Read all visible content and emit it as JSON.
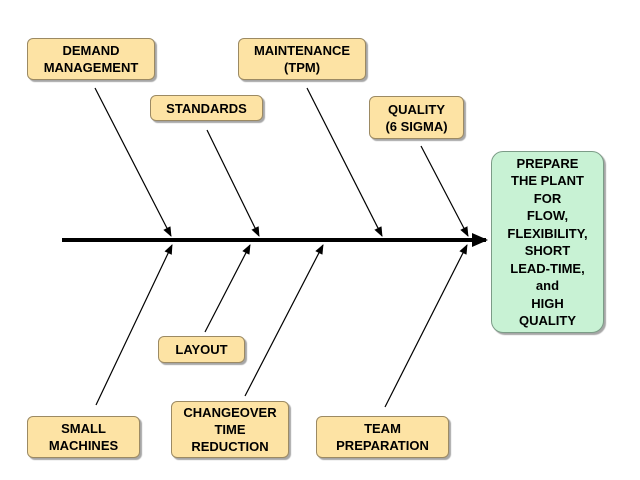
{
  "effect": "PREPARE\nTHE PLANT\nFOR\nFLOW,\nFLEXIBILITY,\nSHORT\nLEAD-TIME,\nand\nHIGH\nQUALITY",
  "causes": {
    "demand_management": "DEMAND\nMANAGEMENT",
    "standards": "STANDARDS",
    "maintenance": "MAINTENANCE\n(TPM)",
    "quality": "QUALITY\n(6 SIGMA)",
    "layout": "LAYOUT",
    "small_machines": "SMALL\nMACHINES",
    "changeover": "CHANGEOVER\nTIME\nREDUCTION",
    "team_preparation": "TEAM\nPREPARATION"
  },
  "colors": {
    "cause_box": "#fde3a4",
    "effect_box": "#c8f2d4",
    "lines": "#000000"
  }
}
